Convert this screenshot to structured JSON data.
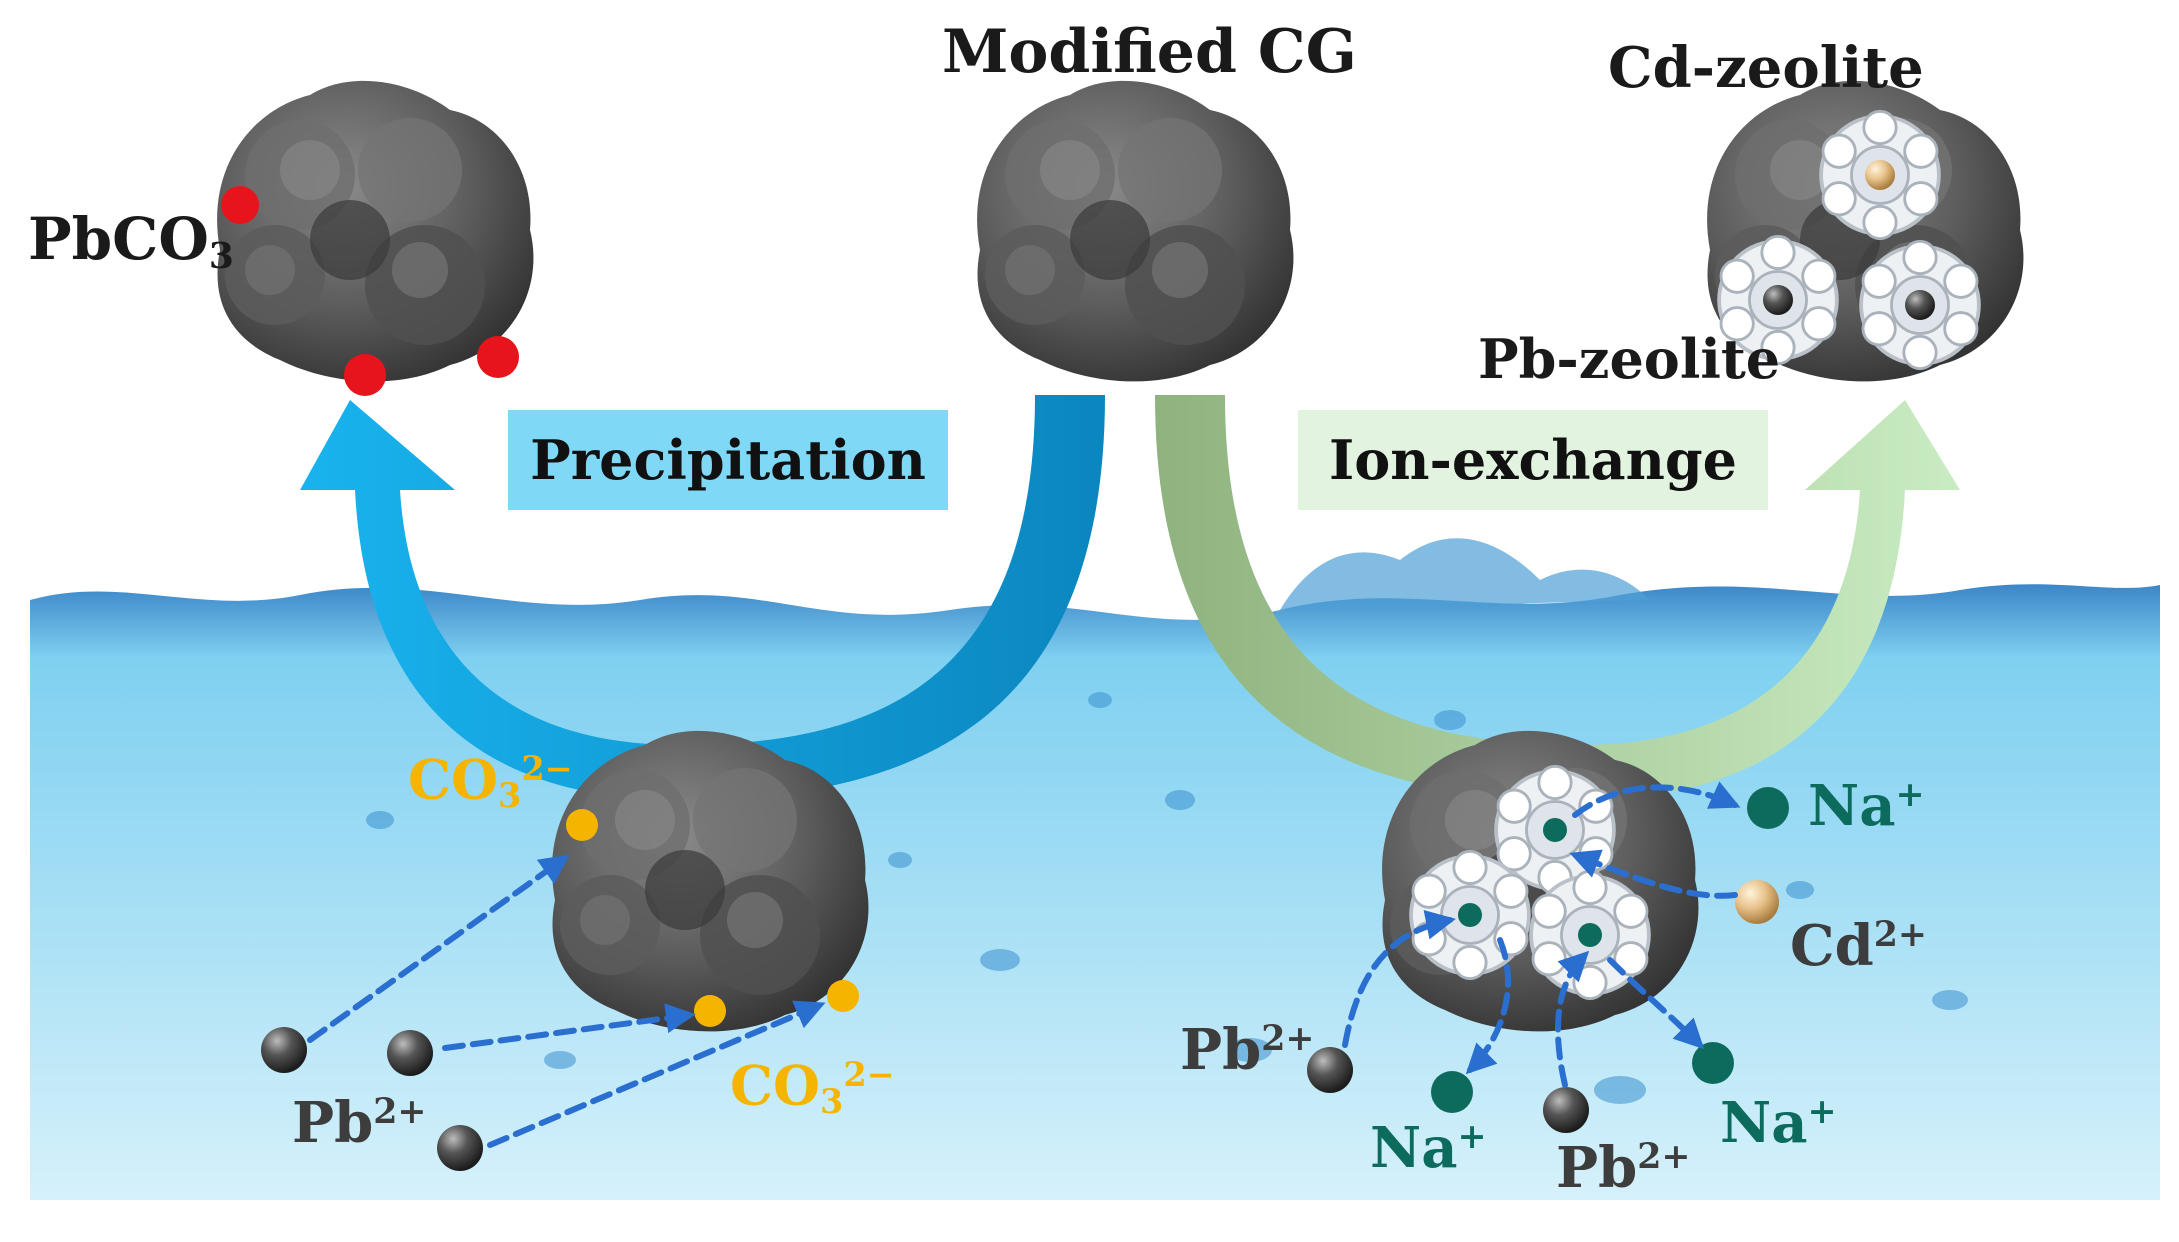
{
  "labels": {
    "modified_cg": "Modified CG",
    "cd_zeolite": "Cd-zeolite",
    "pb_zeolite": "Pb-zeolite",
    "pbco3": {
      "base": "PbCO",
      "sub": "3"
    },
    "precipitation": "Precipitation",
    "ion_exchange": "Ion-exchange",
    "carbonate": {
      "base": "CO",
      "sub": "3",
      "sup": "2−"
    },
    "lead_ion": {
      "base": "Pb",
      "sup": "2+"
    },
    "cadmium_ion": {
      "base": "Cd",
      "sup": "2+"
    },
    "sodium_ion": {
      "base": "Na",
      "sup": "+"
    }
  },
  "colors": {
    "pbco3_dot": "#e8141b",
    "carbonate_dot": "#f5b400",
    "lead_ball": "#4a4a4a",
    "sodium_ball": "#0d6b5e",
    "cadmium_ball": "#e8c28a",
    "precipitation_arrow": "#12a8e0",
    "ion_exchange_arrow": "#9cc48a",
    "dashed_arrow": "#2a6fd0",
    "water": "#6cc5ea"
  },
  "icons": [
    "cg-particle-icon",
    "zeolite-cage-icon",
    "ion-ball-icon",
    "dashed-arrow-icon"
  ]
}
